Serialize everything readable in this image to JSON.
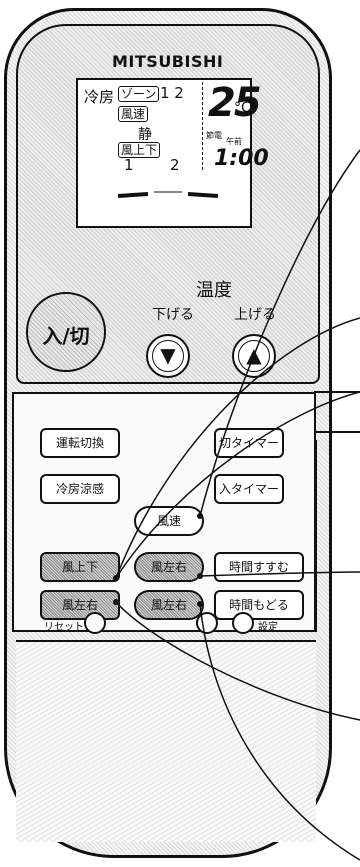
{
  "brand": "MITSUBISHI",
  "display": {
    "mode": "冷房",
    "zone_label": "ゾーン",
    "zone_values": "1 2",
    "fan_label": "風速",
    "fan_value": "静",
    "vane_label": "風上下",
    "vane_1": "1",
    "vane_2": "2",
    "temperature": "25",
    "temperature_unit": "°C",
    "eco_label": "節電",
    "ampm": "午前",
    "clock": "1:00"
  },
  "temp_controls": {
    "label": "温度",
    "down_label": "下げる",
    "up_label": "上げる",
    "down_icon": "▼",
    "up_icon": "▲"
  },
  "power_button": "入/切",
  "buttons": {
    "mode_switch": "運転切換",
    "cool_feel": "冷房涼感",
    "fan_speed": "風速",
    "vane_updown": "風上下",
    "vane_leftright": "風左右",
    "time_forward": "時間すすむ",
    "time_back": "時間もどる",
    "off_timer": "切タイマー",
    "on_timer": "入タイマー",
    "vane_left": "風左右",
    "vane_center": "風左右"
  },
  "small_labels": {
    "reset": "リセット",
    "other": "設定"
  }
}
